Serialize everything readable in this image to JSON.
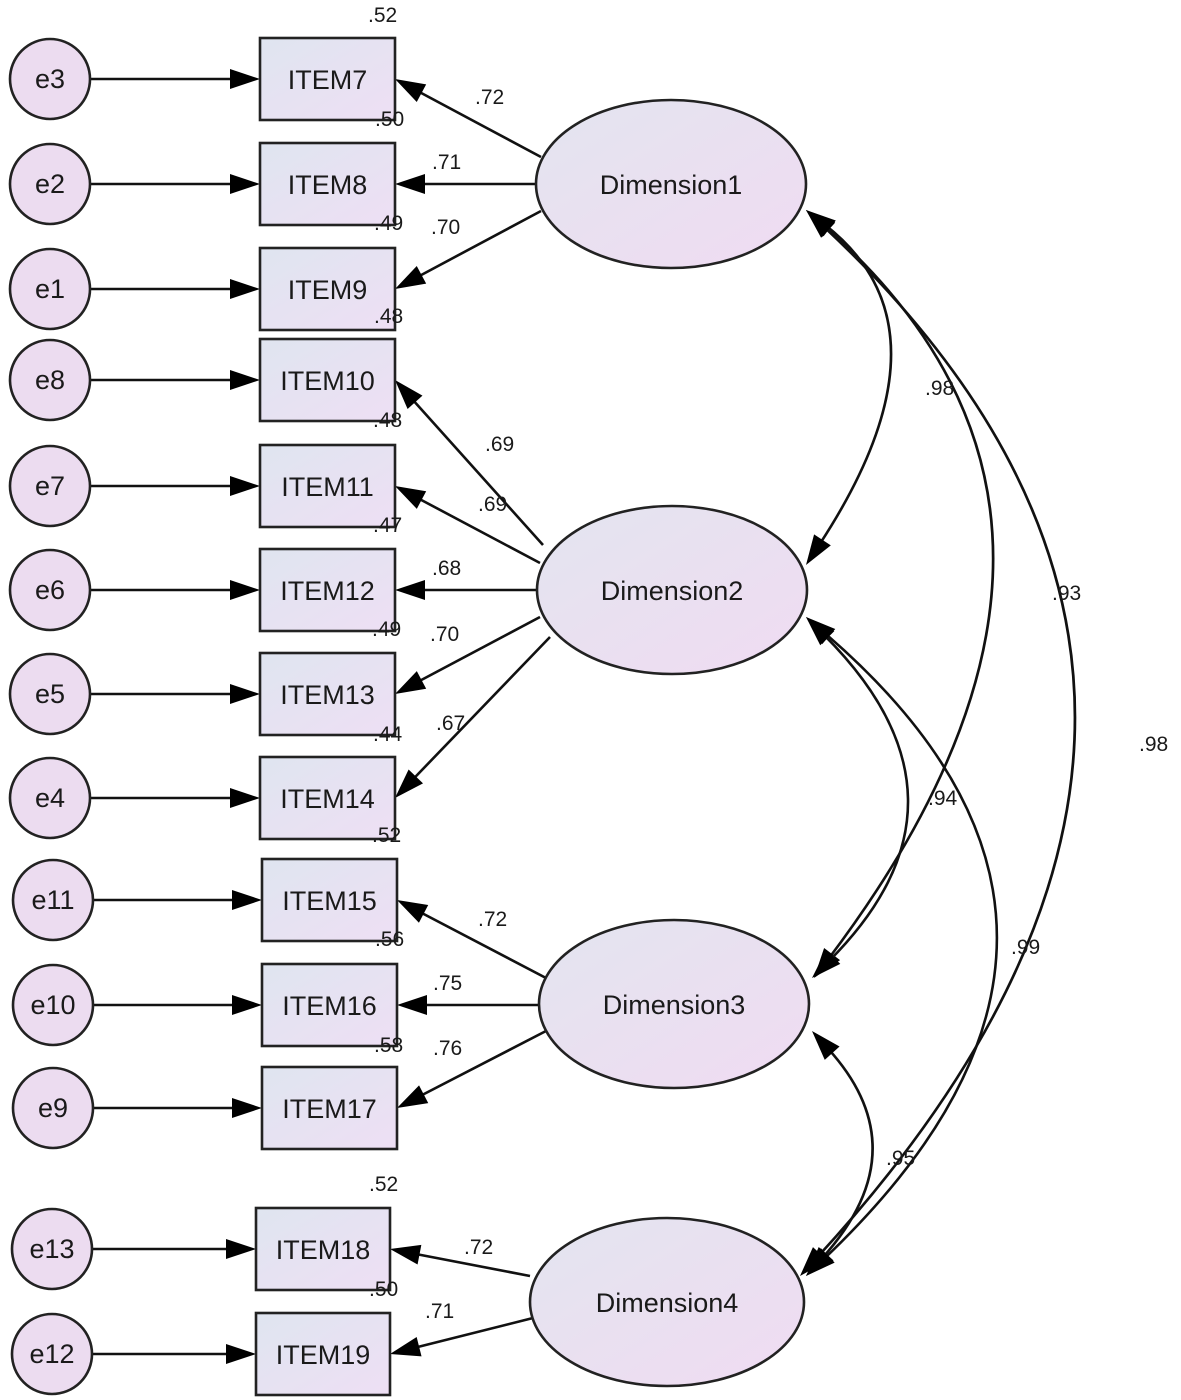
{
  "colors": {
    "box_fill_start": "#dfe5f0",
    "box_fill_end": "#eedff4",
    "circle_fill": "#ecdcf0",
    "ellipse_fill_start": "#e3e5ef",
    "ellipse_fill_end": "#f0dbf2",
    "line": "#111111"
  },
  "errors": [
    {
      "label": "e3",
      "item": "ITEM7"
    },
    {
      "label": "e2",
      "item": "ITEM8"
    },
    {
      "label": "e1",
      "item": "ITEM9"
    },
    {
      "label": "e8",
      "item": "ITEM10"
    },
    {
      "label": "e7",
      "item": "ITEM11"
    },
    {
      "label": "e6",
      "item": "ITEM12"
    },
    {
      "label": "e5",
      "item": "ITEM13"
    },
    {
      "label": "e4",
      "item": "ITEM14"
    },
    {
      "label": "e11",
      "item": "ITEM15"
    },
    {
      "label": "e10",
      "item": "ITEM16"
    },
    {
      "label": "e9",
      "item": "ITEM17"
    },
    {
      "label": "e13",
      "item": "ITEM18"
    },
    {
      "label": "e12",
      "item": "ITEM19"
    }
  ],
  "items": [
    {
      "label": "ITEM7",
      "r2": ".52",
      "loading": ".72",
      "factor": "Dimension1"
    },
    {
      "label": "ITEM8",
      "r2": ".50",
      "loading": ".71",
      "factor": "Dimension1"
    },
    {
      "label": "ITEM9",
      "r2": ".49",
      "loading": ".70",
      "factor": "Dimension1"
    },
    {
      "label": "ITEM10",
      "r2": ".48",
      "loading": ".69",
      "factor": "Dimension2"
    },
    {
      "label": "ITEM11",
      "r2": ".48",
      "loading": ".69",
      "factor": "Dimension2"
    },
    {
      "label": "ITEM12",
      "r2": ".47",
      "loading": ".68",
      "factor": "Dimension2"
    },
    {
      "label": "ITEM13",
      "r2": ".49",
      "loading": ".70",
      "factor": "Dimension2"
    },
    {
      "label": "ITEM14",
      "r2": ".44",
      "loading": ".67",
      "factor": "Dimension2"
    },
    {
      "label": "ITEM15",
      "r2": ".52",
      "loading": ".72",
      "factor": "Dimension3"
    },
    {
      "label": "ITEM16",
      "r2": ".56",
      "loading": ".75",
      "factor": "Dimension3"
    },
    {
      "label": "ITEM17",
      "r2": ".58",
      "loading": ".76",
      "factor": "Dimension3"
    },
    {
      "label": "ITEM18",
      "r2": ".52",
      "loading": ".72",
      "factor": "Dimension4"
    },
    {
      "label": "ITEM19",
      "r2": ".50",
      "loading": ".71",
      "factor": "Dimension4"
    }
  ],
  "factors": [
    {
      "label": "Dimension1"
    },
    {
      "label": "Dimension2"
    },
    {
      "label": "Dimension3"
    },
    {
      "label": "Dimension4"
    }
  ],
  "correlations": [
    {
      "from": "Dimension1",
      "to": "Dimension2",
      "value": ".98"
    },
    {
      "from": "Dimension1",
      "to": "Dimension3",
      "value": ".93"
    },
    {
      "from": "Dimension1",
      "to": "Dimension4",
      "value": ".98"
    },
    {
      "from": "Dimension2",
      "to": "Dimension3",
      "value": ".94"
    },
    {
      "from": "Dimension2",
      "to": "Dimension4",
      "value": ".99"
    },
    {
      "from": "Dimension3",
      "to": "Dimension4",
      "value": ".95"
    }
  ]
}
